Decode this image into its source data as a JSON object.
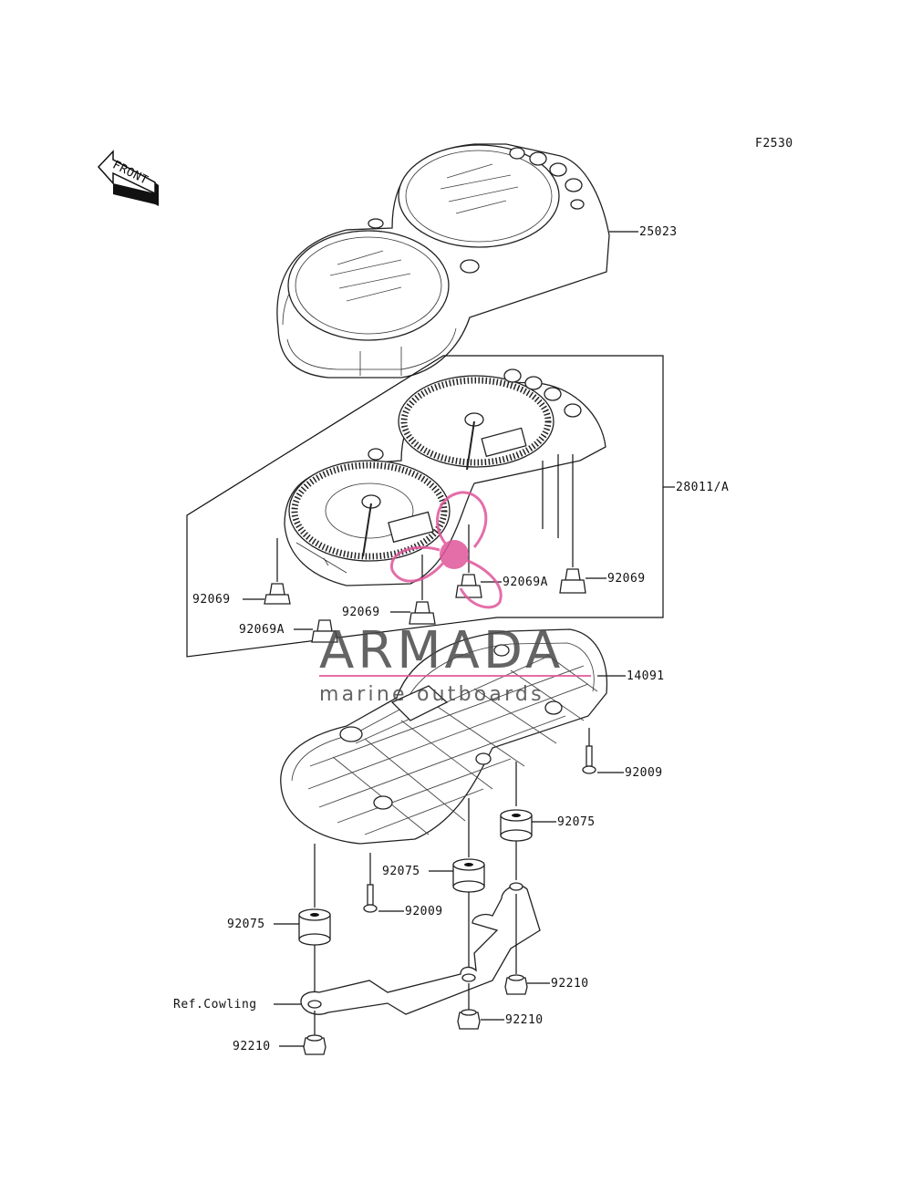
{
  "figure": {
    "code": "F2530"
  },
  "direction": {
    "label": "FRONT"
  },
  "parts": {
    "meter_case": "25023",
    "meter_assy": "28011/A",
    "bulb_a": "92069",
    "bulb_b": "92069",
    "bulb_c": "92069",
    "bulb_a_alt": "92069A",
    "bulb_b_alt": "92069A",
    "meter_cover": "14091",
    "screw_a": "92009",
    "screw_b": "92009",
    "damper_a": "92075",
    "damper_b": "92075",
    "damper_c": "92075",
    "nut_a": "92210",
    "nut_b": "92210",
    "nut_c": "92210",
    "ref_cowling": "Ref.Cowling"
  },
  "watermark": {
    "brand": "ARMADA",
    "tagline": "marine outboards",
    "color": "#e0559a"
  }
}
